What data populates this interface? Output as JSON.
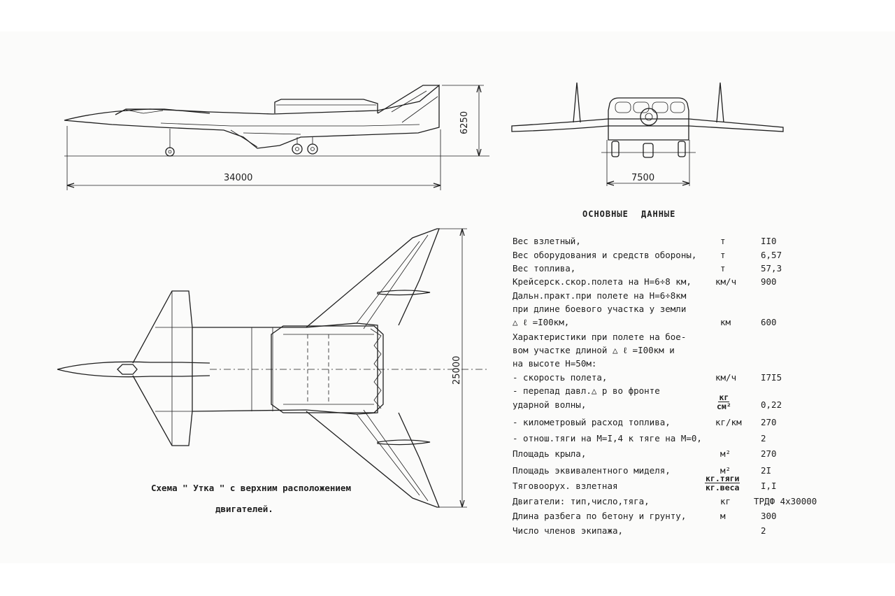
{
  "dimensions": {
    "length": "34000",
    "height": "6250",
    "width_front": "7500",
    "span": "25000"
  },
  "caption": {
    "line1": "Схема \" Утка \" с верхним расположением",
    "line2": "двигателей."
  },
  "table": {
    "heading": "ОСНОВНЫЕ ДАННЫЕ",
    "rows": [
      {
        "label": "Вес взлетный,",
        "unit": "т",
        "value": "II0"
      },
      {
        "label": "Вес оборудования и средств обороны,",
        "unit": "т",
        "value": "6,57"
      },
      {
        "label": "Вес топлива,",
        "unit": "т",
        "value": "57,3"
      },
      {
        "label": "Крейсерск.скор.полета на Н=6÷8 км,",
        "unit": "км/ч",
        "value": "900"
      },
      {
        "label": "Дальн.практ.при полете на Н=6÷8км",
        "unit": "",
        "value": ""
      },
      {
        "label": "при длине боевого участка у земли",
        "unit": "",
        "value": ""
      },
      {
        "label": "△ ℓ =I00км,",
        "unit": "км",
        "value": "600"
      },
      {
        "label": "Характеристики при полете на бое-",
        "unit": "",
        "value": ""
      },
      {
        "label": "вом участке длиной △ ℓ =I00км  и",
        "unit": "",
        "value": ""
      },
      {
        "label": "на высоте Н=50м:",
        "unit": "",
        "value": ""
      },
      {
        "label": "- скорость полета,",
        "unit": "км/ч",
        "value": "I7I5"
      },
      {
        "label": "- перепад давл.△ р во фронте",
        "unit": "",
        "value": ""
      },
      {
        "label": "ударной волны,",
        "unit_top": "кг",
        "unit_bottom": "см²",
        "value": "0,22"
      },
      {
        "label": "- километровый расход топлива,",
        "unit": "кг/км",
        "value": "270"
      },
      {
        "label": "- отнош.тяги  на М=I,4 к тяге на М=0,",
        "unit": "",
        "value": "2"
      },
      {
        "label": "Площадь крыла,",
        "unit": "м²",
        "value": "270"
      },
      {
        "label": "Площадь эквивалентного миделя,",
        "unit": "м²",
        "value": "2I"
      },
      {
        "label": "Тяговоорух. взлетная",
        "unit_top": "кг.тяги",
        "unit_bottom": "кг.веса",
        "value": "I,I"
      },
      {
        "label": "Двигатели: тип,число,тяга,",
        "unit": "кг",
        "value": "ТРДФ 4х30000"
      },
      {
        "label": "Длина разбега по бетону и грунту,",
        "unit": "м",
        "value": "300"
      },
      {
        "label": "Число членов экипажа,",
        "unit": "",
        "value": "2"
      }
    ]
  }
}
